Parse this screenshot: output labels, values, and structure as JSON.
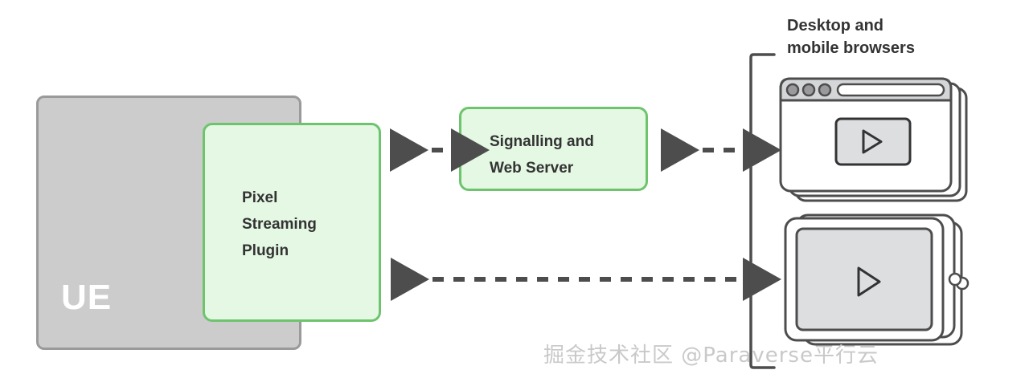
{
  "diagram": {
    "title": "Unreal Engine Pixel Streaming architecture",
    "nodes": {
      "ue": {
        "label": "UE",
        "fill": "#cccccd",
        "stroke": "#9a9a9c",
        "text_color": "#ffffff"
      },
      "plugin": {
        "label": "Pixel\nStreaming\nPlugin",
        "fill": "#e4f8e4",
        "stroke": "#6dc46d",
        "text_color": "#333333"
      },
      "signalling": {
        "label": "Signalling and\nWeb Server",
        "fill": "#e4f8e4",
        "stroke": "#6dc46d",
        "text_color": "#333333"
      },
      "browsers": {
        "label": "Desktop and\nmobile browsers",
        "text_color": "#333333"
      }
    },
    "connectors": [
      {
        "name": "plugin-to-signalling",
        "style": "dashed",
        "arrowheads": "both",
        "stroke": "#4d4d4d"
      },
      {
        "name": "signalling-to-browsers",
        "style": "dashed",
        "arrowheads": "both",
        "stroke": "#4d4d4d"
      },
      {
        "name": "plugin-to-browsers",
        "style": "dashed",
        "arrowheads": "both",
        "stroke": "#4d4d4d"
      }
    ],
    "icons": {
      "browser_window": "browser-window-icon",
      "tablet_device": "tablet-device-icon",
      "play_button": "play-icon"
    }
  },
  "watermark": {
    "text": "掘金技术社区 @Paraverse平行云"
  }
}
